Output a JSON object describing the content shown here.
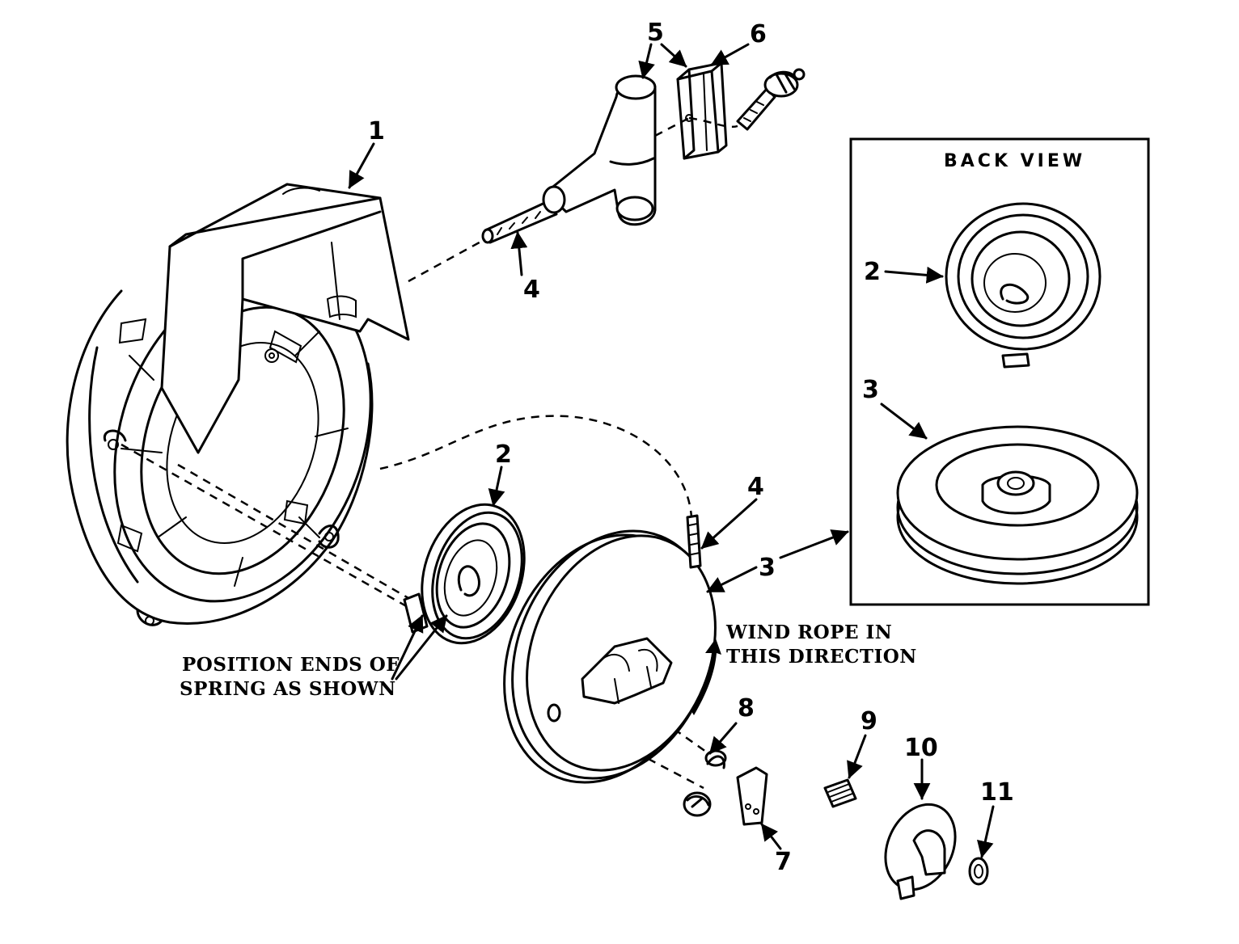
{
  "back_view_title": "BACK VIEW",
  "callouts": {
    "c1": "1",
    "c2_spring": "2",
    "c2_back": "2",
    "c3_pulley": "3",
    "c3_back": "3",
    "c4_handle": "4",
    "c4_pulley": "4",
    "c5": "5",
    "c6": "6",
    "c7": "7",
    "c8": "8",
    "c9": "9",
    "c10": "10",
    "c11": "11"
  },
  "notes": {
    "wind_line1": "WIND ROPE IN",
    "wind_line2": "THIS DIRECTION",
    "position_line1": "POSITION ENDS OF",
    "position_line2": "SPRING AS SHOWN"
  }
}
